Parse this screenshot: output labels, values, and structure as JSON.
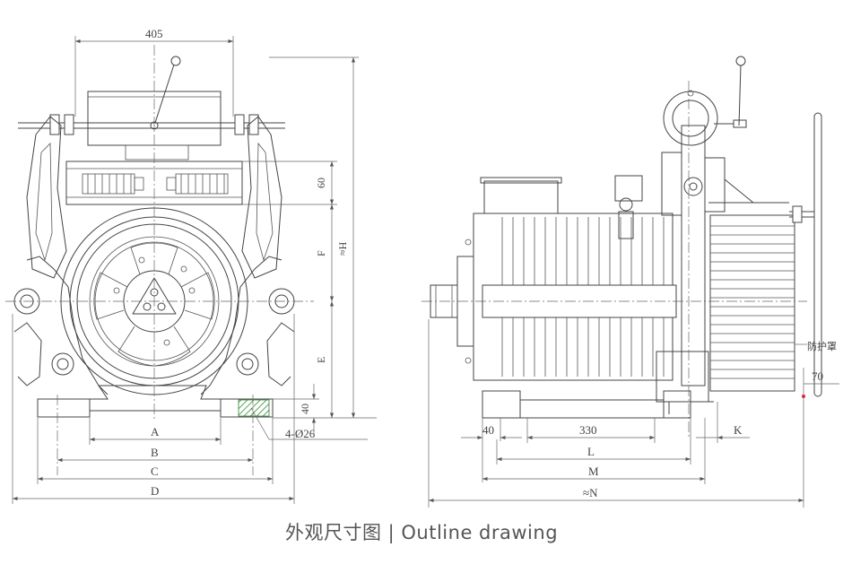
{
  "caption": "外观尺寸图 | Outline drawing",
  "front_view": {
    "dim_405": "405",
    "dim_60": "60",
    "dim_F": "F",
    "dim_H": "≈H",
    "dim_E": "E",
    "dim_40": "40",
    "dim_hole": "4-Ø26",
    "dim_A": "A",
    "dim_B": "B",
    "dim_C": "C",
    "dim_D": "D"
  },
  "side_view": {
    "dim_40": "40",
    "dim_330": "330",
    "dim_K": "K",
    "dim_L": "L",
    "dim_M": "M",
    "dim_N": "≈N",
    "dim_70": "70",
    "guard_label": "防护罩"
  }
}
